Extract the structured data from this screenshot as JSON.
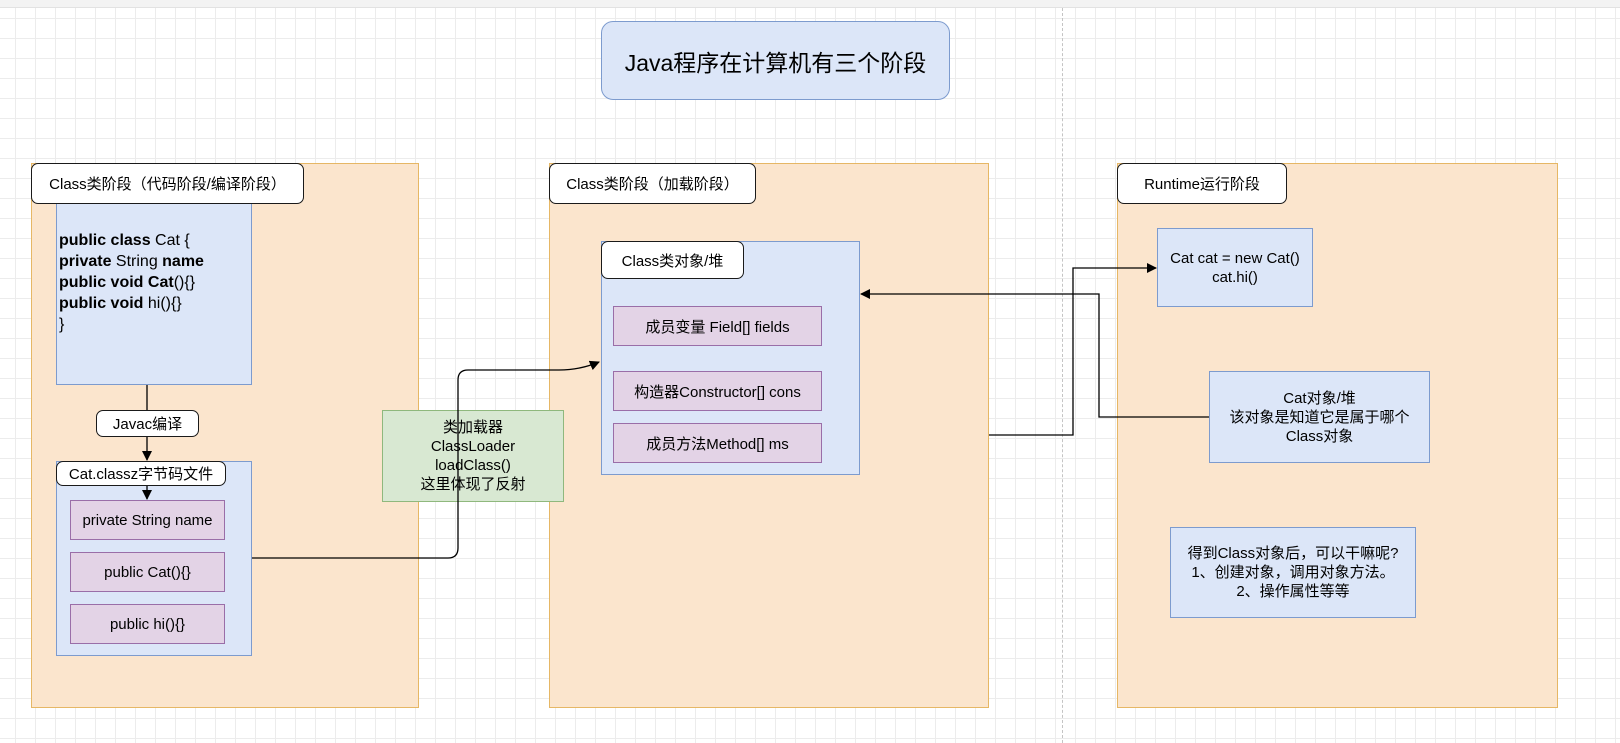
{
  "title": "Java程序在计算机有三个阶段",
  "stages": {
    "compile": {
      "label": "Class类阶段（代码阶段/编译阶段）",
      "source_code": [
        {
          "kw": "public class",
          "rest": " Cat {",
          "rest_bold": ""
        },
        {
          "kw": "private",
          "rest": " String ",
          "rest_bold": "name"
        },
        {
          "kw": "public void",
          "rest": " ",
          "rest_bold": "Cat",
          "tail": "(){}"
        },
        {
          "kw": "public void",
          "rest": " hi(){}",
          "rest_bold": ""
        },
        {
          "kw": "",
          "rest": "}",
          "rest_bold": ""
        }
      ],
      "javac_label": "Javac编译",
      "bytecode_label": "Cat.classz字节码文件",
      "bytecode_items": [
        "private String name",
        "public Cat(){}",
        "public hi(){}"
      ]
    },
    "classloader": {
      "lines": [
        "类加载器",
        "ClassLoader",
        "loadClass()",
        "这里体现了反射"
      ]
    },
    "load": {
      "label": "Class类阶段（加载阶段）",
      "class_object_label": "Class类对象/堆",
      "members": [
        "成员变量 Field[] fields",
        "构造器Constructor[]  cons",
        "成员方法Method[]  ms"
      ]
    },
    "runtime": {
      "label": "Runtime运行阶段",
      "code_box": [
        "Cat cat = new Cat()",
        "cat.hi()"
      ],
      "cat_object": [
        "Cat对象/堆",
        "该对象是知道它是属于哪个",
        "Class对象"
      ],
      "usage_note": [
        "得到Class对象后，可以干嘛呢?",
        "1、创建对象，调用对象方法。",
        "2、操作属性等等"
      ]
    }
  }
}
